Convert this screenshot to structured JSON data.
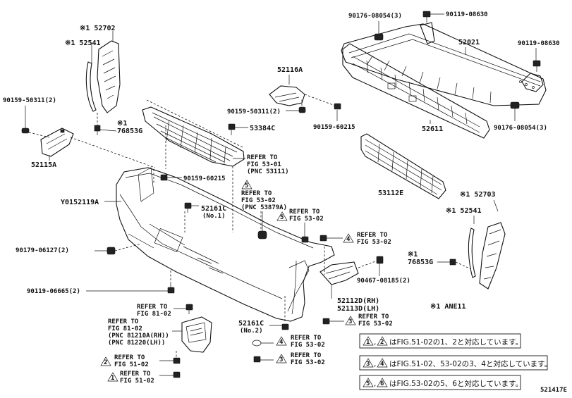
{
  "diagram_id": "521417E",
  "parts": {
    "p52702": "※1 52702",
    "p52541_left": "※1 52541",
    "p90159_50311_left": "90159-50311(2)",
    "p76853g_left_mark": "※1",
    "p76853g_left": "76853G",
    "p52115a": "52115A",
    "p53384c": "53384C",
    "p52116a": "52116A",
    "p90159_50311_mid": "90159-50311(2)",
    "p90159_60215_mid": "90159-60215",
    "p90176_top": "90176-08054(3)",
    "p90119_top": "90119-08630",
    "p52021": "52021",
    "p90119_right": "90119-08630",
    "p90176_right": "90176-08054(3)",
    "p52611": "52611",
    "p53112e": "53112E",
    "p52703": "※1 52703",
    "p52541_right": "※1 52541",
    "p76853g_right_mark": "※1",
    "p76853g_right": "76853G",
    "p90159_60215_left": "90159-60215",
    "pY0152119a": "Y0152119A",
    "p52161c_no1": "52161C",
    "p52161c_no1_sub": "(No.1)",
    "p90179": "90179-06127(2)",
    "p90119_06665": "90119-06665(2)",
    "p90467": "90467-08185(2)",
    "p52112d": "52112D(RH)",
    "p52113d": "52113D(LH)",
    "p52161c_no2": "52161C",
    "p52161c_no2_sub": "(No.2)",
    "note_anell": "※1 ANE11"
  },
  "refs": {
    "fig53_01": [
      "REFER TO",
      "FIG 53-01",
      "(PNC 53111)"
    ],
    "fig53_02_5": [
      "REFER TO",
      "FIG 53-02",
      "(PNC 53879A)"
    ],
    "fig53_02_top": [
      "REFER TO",
      "FIG 53-02"
    ],
    "fig53_02_mid": [
      "REFER TO",
      "FIG 53-02"
    ],
    "fig81_02": [
      "REFER TO",
      "FIG 81-02"
    ],
    "fig81_02_pnc": [
      "REFER TO",
      "FIG 81-02",
      "(PNC 81210A(RH))",
      "(PNC 81220(LH))"
    ],
    "fig51_02_a": [
      "REFER TO",
      "FIG 51-02"
    ],
    "fig51_02_b": [
      "REFER TO",
      "FIG 51-02"
    ],
    "fig53_02_r": [
      "REFER TO",
      "FIG 53-02"
    ],
    "fig53_02_b1": [
      "REFER TO",
      "FIG 53-02"
    ],
    "fig53_02_b2": [
      "REFER TO",
      "FIG 53-02"
    ]
  },
  "marks": {
    "m5": "5",
    "m4": "4",
    "m6": "6",
    "m3": "3",
    "m2": "2",
    "m1": "1"
  },
  "legend": [
    {
      "nums": [
        "1",
        "2"
      ],
      "text": "はFIG.51-02の1、2と対応しています。"
    },
    {
      "nums": [
        "3",
        "4"
      ],
      "text": "はFIG.51-02、53-02の3、4と対応しています。"
    },
    {
      "nums": [
        "5",
        "6"
      ],
      "text": "はFIG.53-02の5、6と対応しています。"
    }
  ]
}
